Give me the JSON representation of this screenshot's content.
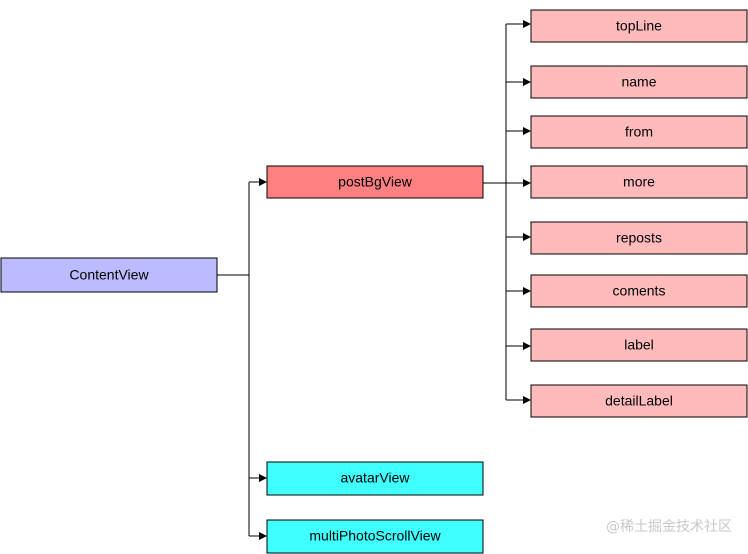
{
  "diagram": {
    "root": {
      "label": "ContentView",
      "color": "#bbbbff"
    },
    "level1": [
      {
        "label": "postBgView",
        "color": "#ff8080"
      },
      {
        "label": "avatarView",
        "color": "#40ffff"
      },
      {
        "label": "multiPhotoScrollView",
        "color": "#40ffff"
      }
    ],
    "level2": [
      {
        "label": "topLine",
        "color": "#ffbbbb"
      },
      {
        "label": "name",
        "color": "#ffbbbb"
      },
      {
        "label": "from",
        "color": "#ffbbbb"
      },
      {
        "label": "more",
        "color": "#ffbbbb"
      },
      {
        "label": "reposts",
        "color": "#ffbbbb"
      },
      {
        "label": "coments",
        "color": "#ffbbbb"
      },
      {
        "label": "label",
        "color": "#ffbbbb"
      },
      {
        "label": "detailLabel",
        "color": "#ffbbbb"
      }
    ]
  },
  "watermark": "@稀土掘金技术社区"
}
